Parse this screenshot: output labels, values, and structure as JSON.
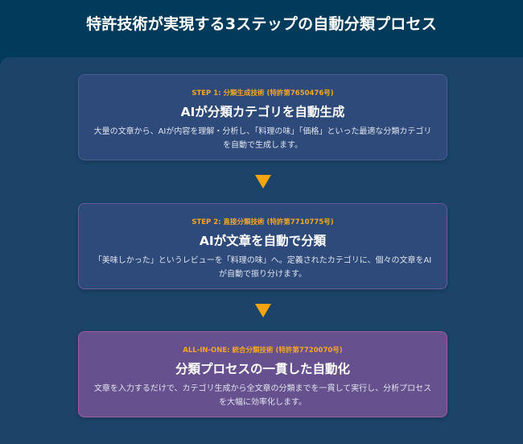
{
  "header": {
    "title": "特許技術が実現する3ステップの自動分類プロセス"
  },
  "colors": {
    "header_bg": "#003b5b",
    "panel_bg": "#1b4468",
    "card_bg": "#2e4a7b",
    "card_highlight_bg": "#66508e",
    "tag_color": "#f5a623",
    "arrow_color": "#f7a410",
    "title_color": "#ffffff"
  },
  "steps": [
    {
      "tag": "STEP 1: 分類生成技術 (特許第7650476号)",
      "title": "AIが分類カテゴリを自動生成",
      "description": "大量の文章から、AIが内容を理解・分析し、「料理の味」「価格」といった最適な分類カテゴリを自動で生成します。"
    },
    {
      "tag": "STEP 2: 直接分類技術 (特許第7710775号)",
      "title": "AIが文章を自動で分類",
      "description": "「美味しかった」というレビューを「料理の味」へ。定義されたカテゴリに、個々の文章をAIが自動で振り分けます。"
    },
    {
      "tag": "ALL-IN-ONE: 統合分類技術 (特許第7720070号)",
      "title": "分類プロセスの一貫した自動化",
      "description": "文章を入力するだけで、カテゴリ生成から全文章の分類までを一貫して実行し、分析プロセスを大幅に効率化します。"
    }
  ],
  "arrows": [
    {
      "icon": "down-triangle-arrow-icon"
    },
    {
      "icon": "down-triangle-arrow-icon"
    }
  ]
}
